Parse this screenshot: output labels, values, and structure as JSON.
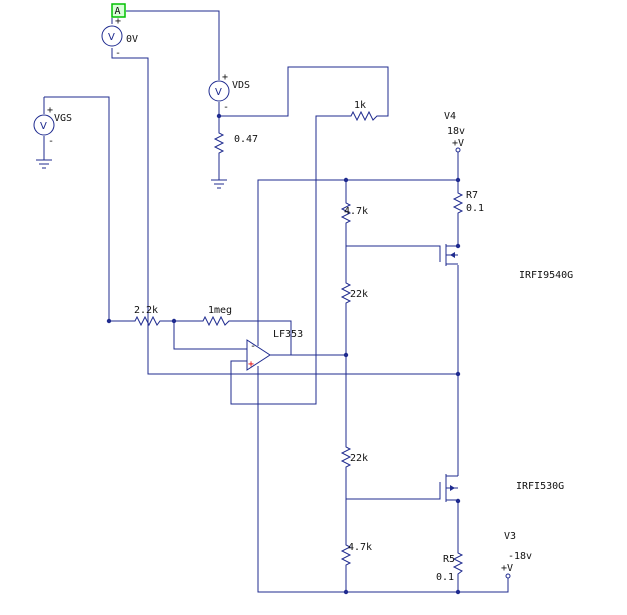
{
  "colors": {
    "wire": "#1f2b8f",
    "probe_border": "#00c000",
    "probe_fill": "#d8ffd8",
    "opamp_plus": "#e00000"
  },
  "probe": {
    "label": "A"
  },
  "meters": {
    "top": {
      "symbol": "V",
      "plus": "+",
      "minus": "-",
      "reading": "0V"
    },
    "vds": {
      "symbol": "V",
      "plus": "+",
      "minus": "-",
      "label": "VDS"
    },
    "vgs": {
      "symbol": "V",
      "plus": "+",
      "minus": "-",
      "label": "VGS"
    }
  },
  "resistors": {
    "r_047": "0.47",
    "r_1k": "1k",
    "r_4k7_top": "4.7k",
    "r_22k_top": "22k",
    "r_2k2": "2.2k",
    "r_1meg": "1meg",
    "r_22k_bot": "22k",
    "r_4k7_bot": "4.7k",
    "r7_name": "R7",
    "r7_value": "0.1",
    "r5_name": "R5",
    "r5_value": "0.1"
  },
  "sources": {
    "v4_name": "V4",
    "v4_value": "18v",
    "v4_symbol": "+V",
    "v3_name": "V3",
    "v3_value": "-18v",
    "v3_symbol": "+V"
  },
  "opamp": {
    "name": "LF353",
    "minus": "-",
    "plus": "+"
  },
  "transistors": {
    "q_top": "IRFI9540G",
    "q_bot": "IRFI530G"
  }
}
